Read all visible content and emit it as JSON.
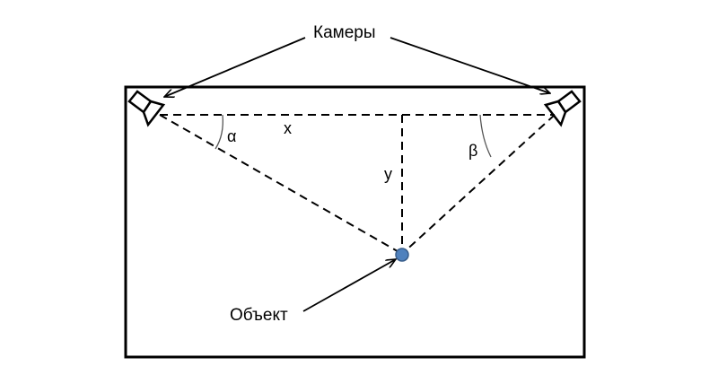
{
  "labels": {
    "cameras": "Камеры",
    "object": "Объект",
    "alpha": "α",
    "beta": "β",
    "x": "x",
    "y": "y"
  },
  "colors": {
    "object_fill": "#4f81bd",
    "object_stroke": "#385d8a",
    "line": "#000000"
  }
}
